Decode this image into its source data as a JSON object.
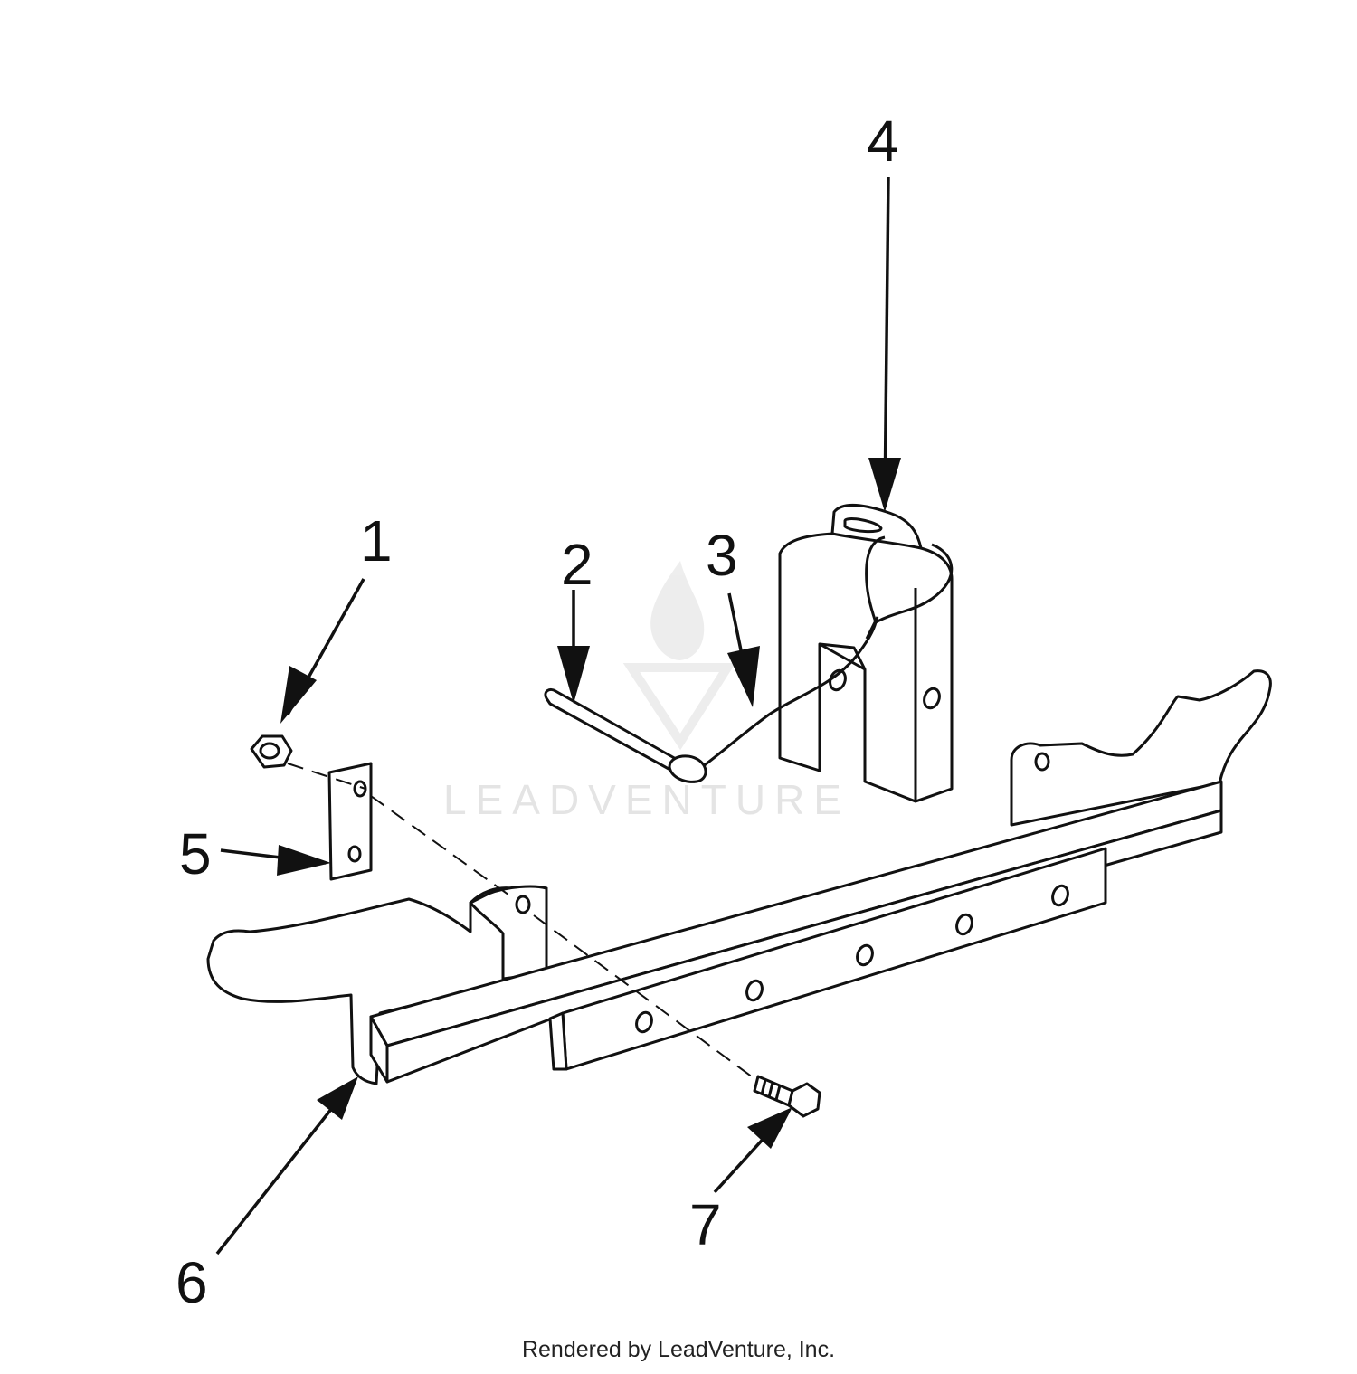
{
  "callouts": [
    {
      "id": "1",
      "label": "1"
    },
    {
      "id": "2",
      "label": "2"
    },
    {
      "id": "3",
      "label": "3"
    },
    {
      "id": "4",
      "label": "4"
    },
    {
      "id": "5",
      "label": "5"
    },
    {
      "id": "6",
      "label": "6"
    },
    {
      "id": "7",
      "label": "7"
    }
  ],
  "watermark": {
    "text": "LEADVENTURE"
  },
  "footer": {
    "text": "Rendered by LeadVenture, Inc."
  },
  "colors": {
    "line": "#111111",
    "background": "#ffffff",
    "watermark": "#e2e2e2"
  }
}
